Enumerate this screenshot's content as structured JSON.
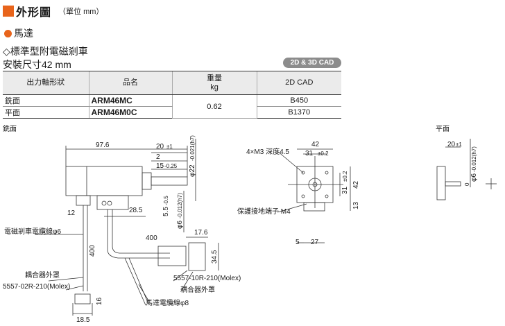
{
  "header": {
    "title": "外形圖",
    "unit": "（單位 mm）"
  },
  "section": {
    "title": "馬達"
  },
  "subtitle": {
    "product": "◇標準型附電磁剎車",
    "size": "安裝尺寸42 mm"
  },
  "cad_badge": "2D & 3D CAD",
  "table": {
    "headers": {
      "shaft": "出力軸形狀",
      "model": "品名",
      "weight": "重量",
      "weight_unit": "kg",
      "cad": "2D CAD"
    },
    "rows": [
      {
        "shaft": "銑面",
        "model": "ARM46MC",
        "weight": "0.62",
        "cad": "B450"
      },
      {
        "shaft": "平面",
        "model": "ARM46M0C",
        "cad": "B1370"
      }
    ]
  },
  "drawing": {
    "view_left": "銑面",
    "view_right": "平面",
    "dims": {
      "length": "97.6",
      "d20": "20",
      "tol_1": "±1",
      "d2": "2",
      "d15": "15",
      "tol_025": "-0.25",
      "phi22": "φ22",
      "phi22_tol": "-0.021(h7)",
      "d55": "5.5",
      "tol_5": "-0.5",
      "phi6": "φ6",
      "phi6_tol": "-0.012(h7)",
      "d285": "28.5",
      "d12": "12",
      "d400a": "400",
      "d400b": "400",
      "d176": "17.6",
      "d345": "34.5",
      "d16": "16",
      "d185": "18.5",
      "d42a": "42",
      "d31": "31",
      "tol_02": "±0.2",
      "d42b": "42",
      "d13": "13",
      "d5": "5",
      "d27": "27",
      "m3": "4×M3 深度4.5",
      "d20r": "20",
      "phi6r": "φ6",
      "phi6r_tol": "-0.012(h7)",
      "zero": "0"
    },
    "labels": {
      "brake_cable": "電磁剎車電纜線φ6",
      "coupler_a": "耦合器外罩",
      "conn_a": "5557-02R-210(Molex)",
      "ground": "保護接地端子 M4",
      "conn_b": "5557-10R-210(Molex)",
      "coupler_b": "耦合器外罩",
      "motor_cable": "馬達電纜線φ8"
    }
  }
}
